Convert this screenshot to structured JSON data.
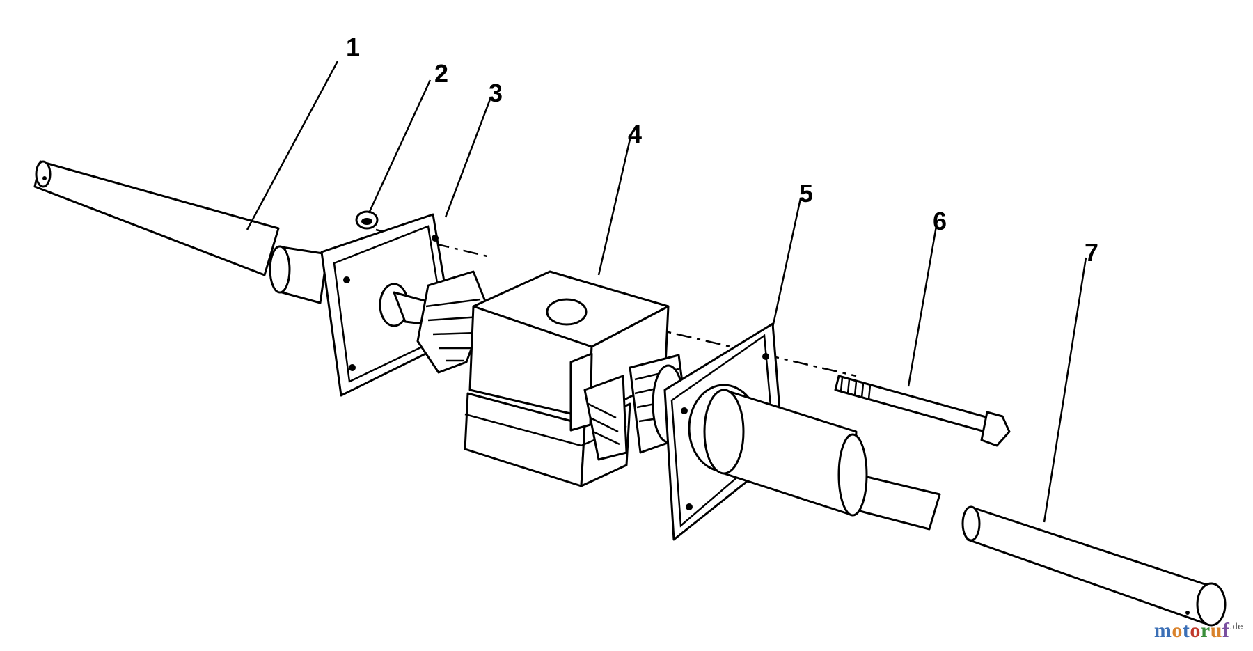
{
  "callouts": [
    "1",
    "2",
    "3",
    "4",
    "5",
    "6",
    "7"
  ],
  "watermark": {
    "letters": [
      "m",
      "o",
      "t",
      "o",
      "r",
      "u",
      "f"
    ],
    "letter_colors": [
      "#3b6fb6",
      "#d9822b",
      "#3b6fb6",
      "#c0392b",
      "#3b8f3b",
      "#d9822b",
      "#7a4fa0"
    ],
    "suffix": ".de"
  }
}
